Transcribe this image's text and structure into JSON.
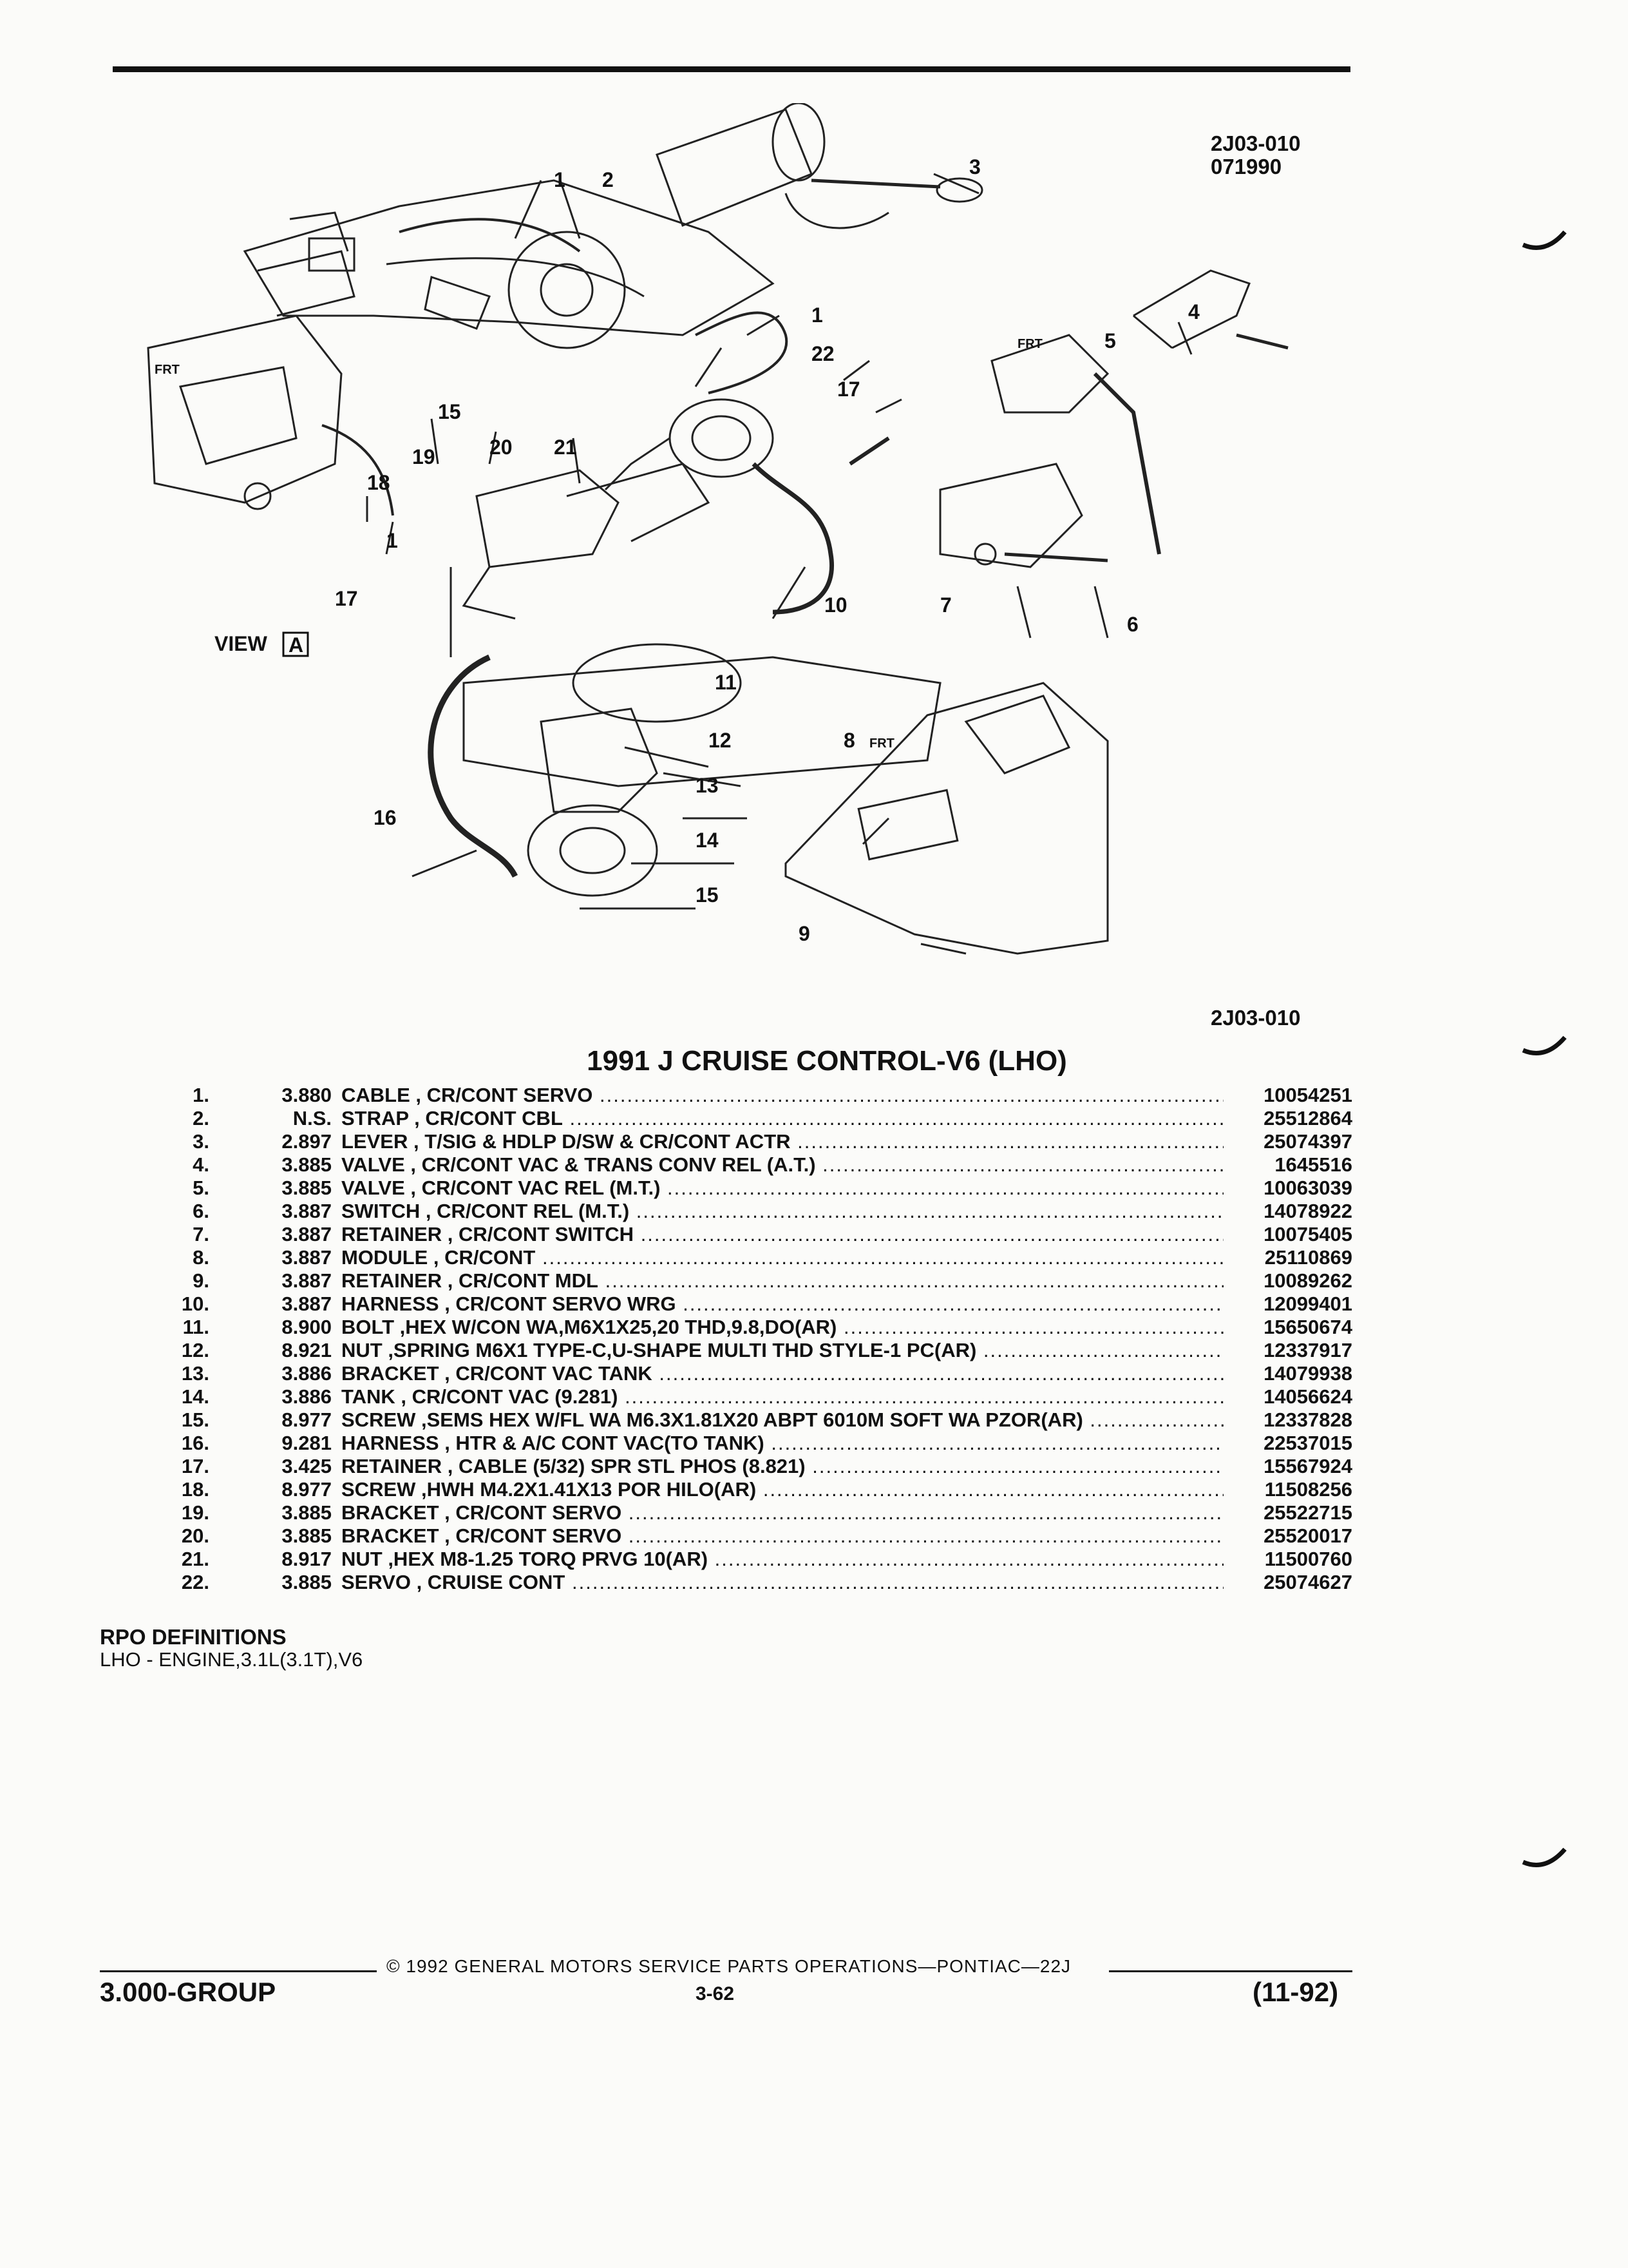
{
  "header": {
    "code_top": "2J03-010",
    "date_code": "071990",
    "code_bottom": "2J03-010"
  },
  "diagram": {
    "view_label": "VIEW",
    "view_letter": "A",
    "frt": "FRT",
    "callouts": [
      "1",
      "2",
      "3",
      "1",
      "22",
      "17",
      "4",
      "5",
      "15",
      "19",
      "20",
      "21",
      "18",
      "1",
      "17",
      "10",
      "7",
      "6",
      "11",
      "12",
      "8",
      "13",
      "16",
      "14",
      "15",
      "9"
    ]
  },
  "list_title": "1991 J CRUISE CONTROL-V6 (LHO)",
  "parts": [
    {
      "num": "1.",
      "code": "3.880",
      "desc": "CABLE , CR/CONT SERVO",
      "pn": "10054251"
    },
    {
      "num": "2.",
      "code": "N.S.",
      "desc": "STRAP , CR/CONT CBL",
      "pn": "25512864"
    },
    {
      "num": "3.",
      "code": "2.897",
      "desc": "LEVER , T/SIG & HDLP D/SW & CR/CONT ACTR",
      "pn": "25074397"
    },
    {
      "num": "4.",
      "code": "3.885",
      "desc": "VALVE , CR/CONT VAC & TRANS CONV REL (A.T.)",
      "pn": "1645516"
    },
    {
      "num": "5.",
      "code": "3.885",
      "desc": "VALVE , CR/CONT VAC REL (M.T.)",
      "pn": "10063039"
    },
    {
      "num": "6.",
      "code": "3.887",
      "desc": "SWITCH , CR/CONT REL (M.T.)",
      "pn": "14078922"
    },
    {
      "num": "7.",
      "code": "3.887",
      "desc": "RETAINER , CR/CONT SWITCH",
      "pn": "10075405"
    },
    {
      "num": "8.",
      "code": "3.887",
      "desc": "MODULE , CR/CONT",
      "pn": "25110869"
    },
    {
      "num": "9.",
      "code": "3.887",
      "desc": "RETAINER , CR/CONT MDL",
      "pn": "10089262"
    },
    {
      "num": "10.",
      "code": "3.887",
      "desc": "HARNESS , CR/CONT SERVO WRG",
      "pn": "12099401"
    },
    {
      "num": "11.",
      "code": "8.900",
      "desc": "BOLT ,HEX W/CON WA,M6X1X25,20 THD,9.8,DO(AR)",
      "pn": "15650674"
    },
    {
      "num": "12.",
      "code": "8.921",
      "desc": "NUT ,SPRING M6X1 TYPE-C,U-SHAPE MULTI THD STYLE-1 PC(AR)",
      "pn": "12337917"
    },
    {
      "num": "13.",
      "code": "3.886",
      "desc": "BRACKET , CR/CONT VAC TANK",
      "pn": "14079938"
    },
    {
      "num": "14.",
      "code": "3.886",
      "desc": "TANK , CR/CONT VAC (9.281)",
      "pn": "14056624"
    },
    {
      "num": "15.",
      "code": "8.977",
      "desc": "SCREW ,SEMS HEX W/FL WA M6.3X1.81X20 ABPT 6010M SOFT WA PZOR(AR)",
      "pn": "12337828"
    },
    {
      "num": "16.",
      "code": "9.281",
      "desc": "HARNESS , HTR & A/C CONT VAC(TO TANK)",
      "pn": "22537015"
    },
    {
      "num": "17.",
      "code": "3.425",
      "desc": "RETAINER , CABLE (5/32) SPR STL PHOS (8.821)",
      "pn": "15567924"
    },
    {
      "num": "18.",
      "code": "8.977",
      "desc": "SCREW ,HWH M4.2X1.41X13 POR HILO(AR)",
      "pn": "11508256"
    },
    {
      "num": "19.",
      "code": "3.885",
      "desc": "BRACKET , CR/CONT SERVO",
      "pn": "25522715"
    },
    {
      "num": "20.",
      "code": "3.885",
      "desc": "BRACKET , CR/CONT SERVO",
      "pn": "25520017"
    },
    {
      "num": "21.",
      "code": "8.917",
      "desc": "NUT ,HEX M8-1.25 TORQ PRVG 10(AR)",
      "pn": "11500760"
    },
    {
      "num": "22.",
      "code": "3.885",
      "desc": "SERVO , CRUISE CONT",
      "pn": "25074627"
    }
  ],
  "rpo": {
    "heading": "RPO DEFINITIONS",
    "item": "LHO - ENGINE,3.1L(3.1T),V6"
  },
  "footer": {
    "copyright": "© 1992 GENERAL MOTORS SERVICE PARTS OPERATIONS—PONTIAC—22J",
    "group": "3.000-GROUP",
    "page": "3-62",
    "revision": "(11-92)"
  }
}
